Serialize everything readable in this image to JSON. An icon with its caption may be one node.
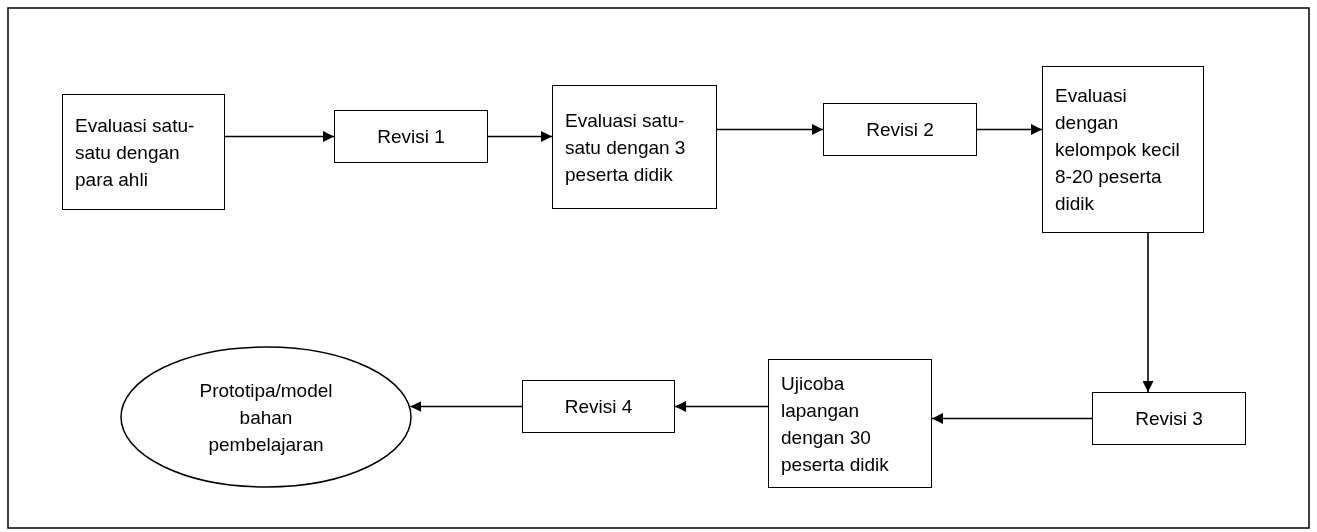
{
  "diagram": {
    "nodes": [
      {
        "text": [
          "Evaluasi satu-satu dengan para ahli"
        ]
      },
      {
        "text": [
          "Revisi 1"
        ]
      },
      {
        "text": [
          "Evaluasi satu-satu dengan 3 peserta didik"
        ]
      },
      {
        "text": [
          "Revisi 2"
        ]
      },
      {
        "text": [
          "Evaluasi dengan kelompok kecil 8-20 peserta didik"
        ]
      },
      {
        "text": [
          "Revisi 3"
        ]
      },
      {
        "text": [
          "Ujicoba lapangan dengan 30 peserta didik"
        ]
      },
      {
        "text": [
          "Revisi 4"
        ]
      },
      {
        "text": [
          "Prototipa/model bahan pembelajaran"
        ]
      }
    ],
    "edges": [
      {
        "from": 0,
        "to": 1,
        "arrow": "to"
      },
      {
        "from": 1,
        "to": 2,
        "arrow": "to"
      },
      {
        "from": 2,
        "to": 3,
        "arrow": "to"
      },
      {
        "from": 3,
        "to": 4,
        "arrow": "to"
      },
      {
        "from": 4,
        "to": 5,
        "arrow": "to"
      },
      {
        "from": 5,
        "to": 6,
        "arrow": "to"
      },
      {
        "from": 6,
        "to": 7,
        "arrow": "to"
      },
      {
        "from": 7,
        "to": 8,
        "arrow": "to"
      }
    ]
  }
}
